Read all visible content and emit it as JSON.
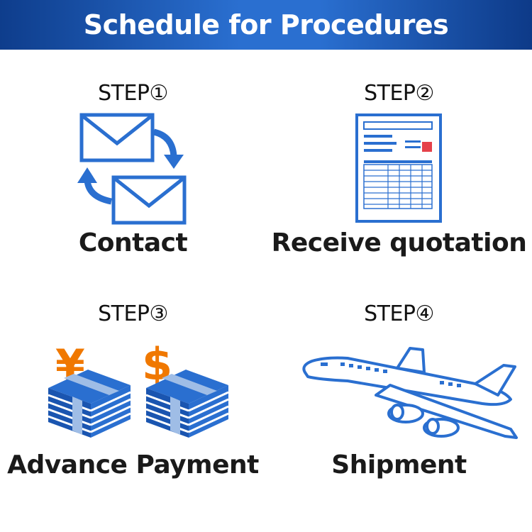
{
  "header": {
    "title": "Schedule for Procedures"
  },
  "steps": [
    {
      "label": "STEP①",
      "title": "Contact",
      "icon": "email-exchange-icon"
    },
    {
      "label": "STEP②",
      "title": "Receive quotation",
      "icon": "quotation-document-icon"
    },
    {
      "label": "STEP③",
      "title": "Advance Payment",
      "icon": "money-stacks-icon"
    },
    {
      "label": "STEP④",
      "title": "Shipment",
      "icon": "airplane-icon"
    }
  ],
  "currency_symbols": {
    "yen": "¥",
    "dollar": "$"
  },
  "colors": {
    "header_blue": "#2a6fd0",
    "icon_blue": "#2a6fd0",
    "accent_orange": "#f07800",
    "stamp_red": "#e0202a"
  }
}
